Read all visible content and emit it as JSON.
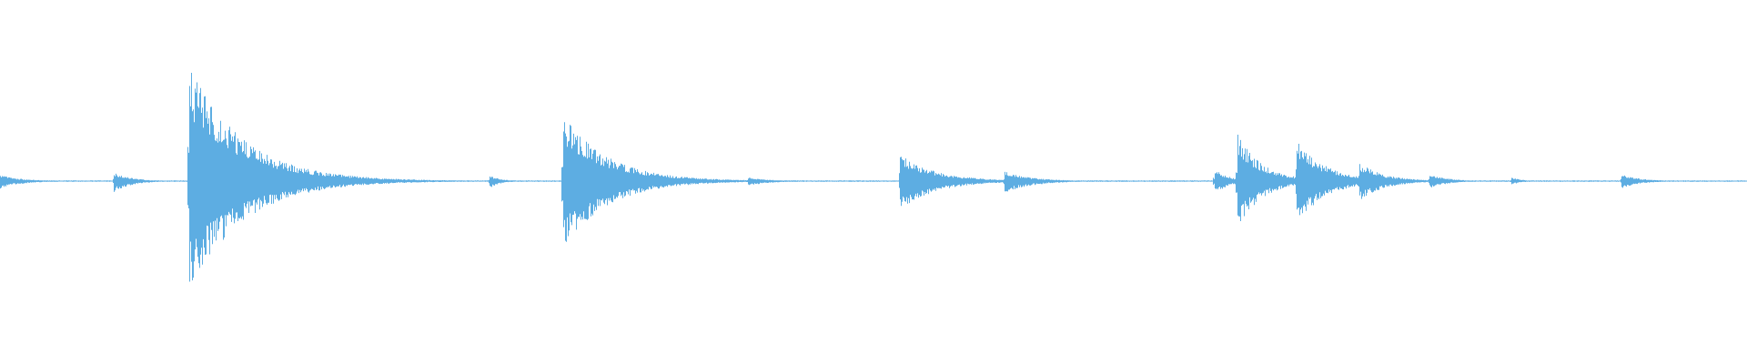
{
  "waveform": {
    "color": "#5DADE2",
    "background": "#ffffff",
    "baseline_amplitude": 0.004,
    "events": [
      {
        "time": 0.0,
        "peak_up": 0.05,
        "peak_down": 0.06,
        "decay": 0.012
      },
      {
        "time": 0.065,
        "peak_up": 0.07,
        "peak_down": 0.09,
        "decay": 0.01
      },
      {
        "time": 0.108,
        "peak_up": 0.96,
        "peak_down": 0.92,
        "decay": 0.03
      },
      {
        "time": 0.28,
        "peak_up": 0.05,
        "peak_down": 0.06,
        "decay": 0.006
      },
      {
        "time": 0.322,
        "peak_up": 0.55,
        "peak_down": 0.56,
        "decay": 0.025
      },
      {
        "time": 0.428,
        "peak_up": 0.03,
        "peak_down": 0.04,
        "decay": 0.012
      },
      {
        "time": 0.515,
        "peak_up": 0.22,
        "peak_down": 0.24,
        "decay": 0.02
      },
      {
        "time": 0.575,
        "peak_up": 0.08,
        "peak_down": 0.1,
        "decay": 0.015
      },
      {
        "time": 0.695,
        "peak_up": 0.1,
        "peak_down": 0.11,
        "decay": 0.008
      },
      {
        "time": 0.708,
        "peak_up": 0.39,
        "peak_down": 0.39,
        "decay": 0.014
      },
      {
        "time": 0.742,
        "peak_up": 0.35,
        "peak_down": 0.36,
        "decay": 0.016
      },
      {
        "time": 0.778,
        "peak_up": 0.15,
        "peak_down": 0.16,
        "decay": 0.014
      },
      {
        "time": 0.818,
        "peak_up": 0.06,
        "peak_down": 0.06,
        "decay": 0.01
      },
      {
        "time": 0.865,
        "peak_up": 0.03,
        "peak_down": 0.03,
        "decay": 0.006
      },
      {
        "time": 0.928,
        "peak_up": 0.06,
        "peak_down": 0.06,
        "decay": 0.01
      }
    ]
  }
}
